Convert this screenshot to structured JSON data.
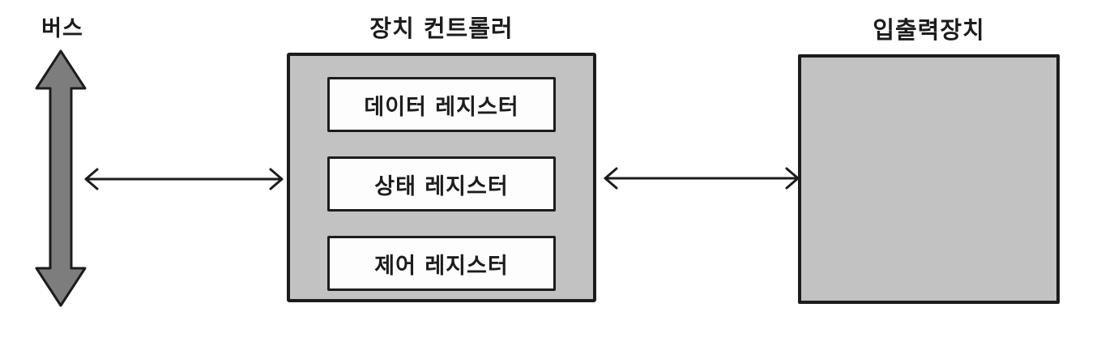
{
  "diagram": {
    "bus": {
      "label": "버스"
    },
    "controller": {
      "label": "장치 컨트롤러",
      "registers": [
        {
          "label": "데이터 레지스터"
        },
        {
          "label": "상태 레지스터"
        },
        {
          "label": "제어 레지스터"
        }
      ]
    },
    "io_device": {
      "label": "입출력장치"
    },
    "connections": [
      {
        "from": "버스",
        "to": "장치 컨트롤러",
        "type": "bidirectional-arrow"
      },
      {
        "from": "장치 컨트롤러",
        "to": "입출력장치",
        "type": "bidirectional-arrow"
      }
    ],
    "colors": {
      "box_fill": "#c2c2c2",
      "register_fill": "#fdfdfd",
      "outline": "#1c1c1c",
      "bus_arrow_fill": "#7d7d7d",
      "canvas_bg": "#ffffff"
    }
  }
}
